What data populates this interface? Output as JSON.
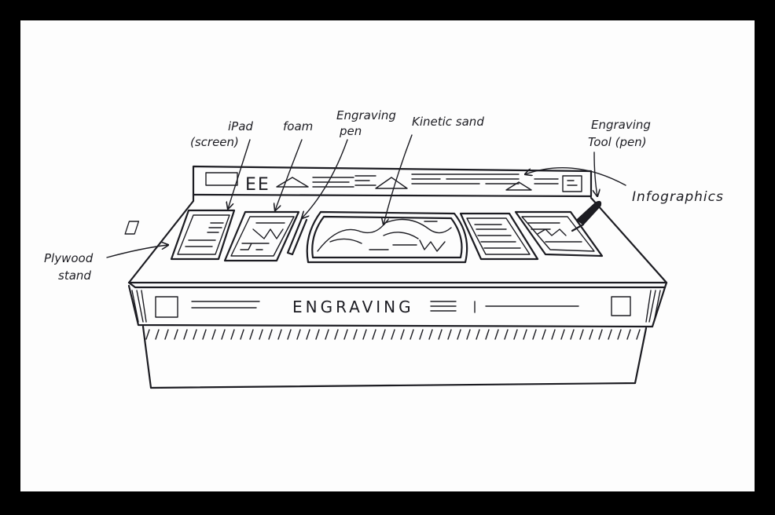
{
  "diagram": {
    "front_panel_text": "ENGRAVING",
    "header_text": "EE",
    "labels": {
      "ipad_line1": "iPad",
      "ipad_line2": "(screen)",
      "foam": "foam",
      "engraving_pen_line1": "Engraving",
      "engraving_pen_line2": "pen",
      "kinetic_sand": "Kinetic sand",
      "engraving_tool_line1": "Engraving",
      "engraving_tool_line2": "Tool (pen)",
      "infographics": "Infographics",
      "plywood_line1": "Plywood",
      "plywood_line2": "stand"
    }
  },
  "colors": {
    "frame": "#000000",
    "paper": "#fdfdfd",
    "ink": "#1c1c22"
  }
}
